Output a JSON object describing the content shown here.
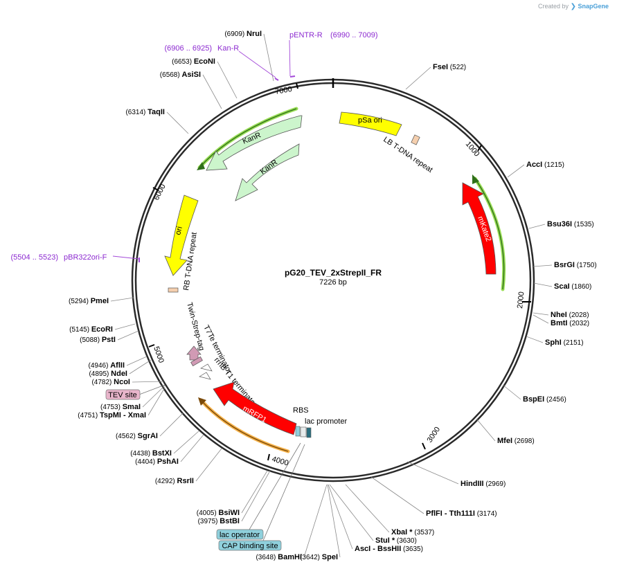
{
  "branding": {
    "created_by": "Created by",
    "product": "SnapGene"
  },
  "plasmid": {
    "name": "pG20_TEV_2xStrepII_FR",
    "size_label": "7226 bp"
  },
  "ticks": [
    "1000",
    "2000",
    "3000",
    "4000",
    "5000",
    "6000",
    "7000"
  ],
  "enzymes": [
    {
      "name": "FseI",
      "pos": "(522)"
    },
    {
      "name": "AccI",
      "pos": "(1215)"
    },
    {
      "name": "Bsu36I",
      "pos": "(1535)"
    },
    {
      "name": "BsrGI",
      "pos": "(1750)"
    },
    {
      "name": "ScaI",
      "pos": "(1860)"
    },
    {
      "name": "NheI",
      "pos": "(2028)"
    },
    {
      "name": "BmtI",
      "pos": "(2032)"
    },
    {
      "name": "SphI",
      "pos": "(2151)"
    },
    {
      "name": "BspEI",
      "pos": "(2456)"
    },
    {
      "name": "MfeI",
      "pos": "(2698)"
    },
    {
      "name": "HindIII",
      "pos": "(2969)"
    },
    {
      "name": "PflFI  -  Tth111I",
      "pos": "(3174)"
    },
    {
      "name": "XbaI *",
      "pos": "(3537)"
    },
    {
      "name": "StuI *",
      "pos": "(3630)"
    },
    {
      "name": "AscI  -  BssHII",
      "pos": "(3635)"
    },
    {
      "name": "SpeI",
      "pos": "(3642)"
    },
    {
      "name": "BamHI",
      "pos": "(3648)"
    },
    {
      "name": "BstBI",
      "pos": "(3975)"
    },
    {
      "name": "BsiWI",
      "pos": "(4005)"
    },
    {
      "name": "RsrII",
      "pos": "(4292)"
    },
    {
      "name": "PshAI",
      "pos": "(4404)"
    },
    {
      "name": "BstXI",
      "pos": "(4438)"
    },
    {
      "name": "SgrAI",
      "pos": "(4562)"
    },
    {
      "name": "TspMI  -  XmaI",
      "pos": "(4751)"
    },
    {
      "name": "SmaI",
      "pos": "(4753)"
    },
    {
      "name": "NcoI",
      "pos": "(4782)"
    },
    {
      "name": "NdeI",
      "pos": "(4895)"
    },
    {
      "name": "AflII",
      "pos": "(4946)"
    },
    {
      "name": "PstI",
      "pos": "(5088)"
    },
    {
      "name": "EcoRI",
      "pos": "(5145)"
    },
    {
      "name": "PmeI",
      "pos": "(5294)"
    },
    {
      "name": "TaqII",
      "pos": "(6314)"
    },
    {
      "name": "AsiSI",
      "pos": "(6568)"
    },
    {
      "name": "EcoNI",
      "pos": "(6653)"
    },
    {
      "name": "NruI",
      "pos": "(6909)"
    }
  ],
  "primers": [
    {
      "name": "Kan-R",
      "pos": "(6906 .. 6925)"
    },
    {
      "name": "pENTR-R",
      "pos": "(6990 .. 7009)"
    },
    {
      "name": "pBR322ori-F",
      "pos": "(5504 .. 5523)"
    }
  ],
  "features": {
    "psa_ori": "pSa ori",
    "lb_repeat": "LB T-DNA repeat",
    "kanr_1": "KanR",
    "kanr_2": "KanR",
    "mkate2": "mKate2",
    "ori": "ori",
    "rb_repeat": "RB T-DNA repeat",
    "twin_strep": "Twin-Strep-tag",
    "t7te": "T7Te terminator",
    "rrnb": "rrnB T1 terminator",
    "mrfp1": "mRFP1",
    "rbs": "RBS",
    "lac_promoter": "lac promoter"
  },
  "boxed_features": {
    "tev_site": "TEV site",
    "lac_operator": "lac operator",
    "cap_site": "CAP binding site"
  },
  "colors": {
    "yellow": "#ffff00",
    "kanr_green": "#ccf5cc",
    "red": "#ff0000",
    "primer_purple": "#a349d8",
    "tev_pink": "#e8b5cb",
    "lac_teal": "#8fd0dc",
    "orf_green": "#99dd55",
    "orf_orange": "#f5b24a"
  }
}
